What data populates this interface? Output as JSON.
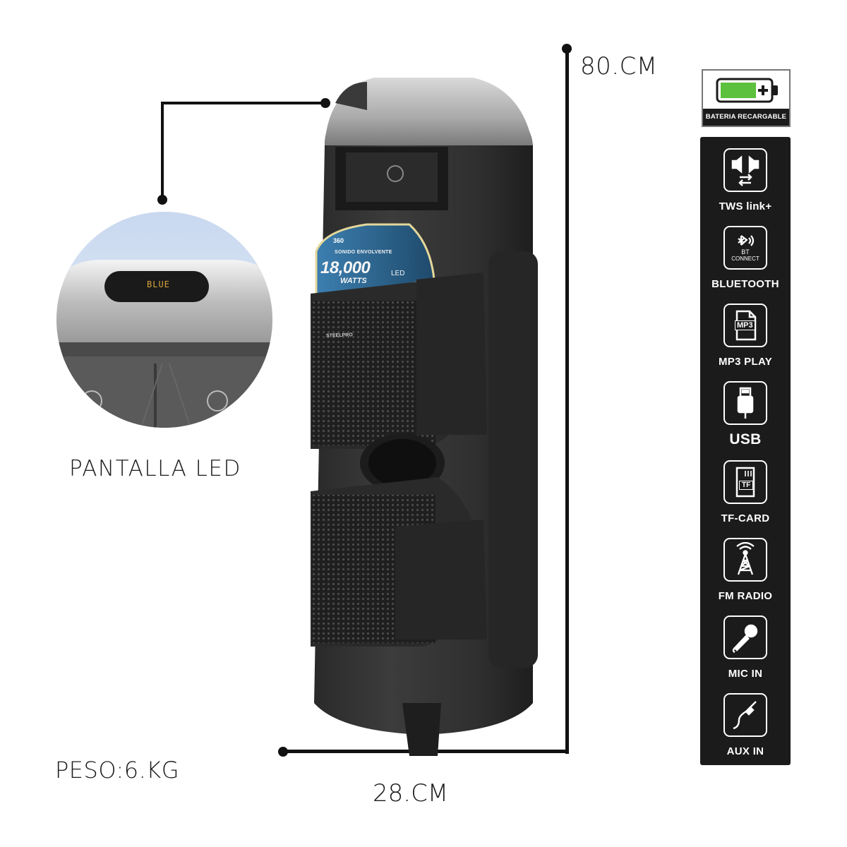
{
  "dimensions": {
    "height": "80.CM",
    "width": "28.CM",
    "weight": "PESO:6.KG"
  },
  "callout": {
    "label": "PANTALLA LED",
    "display_text": "BLUE"
  },
  "speaker_badge": {
    "degrees": "360",
    "line1": "SONIDO ENVOLVENTE",
    "watts": "18,000",
    "watts_unit": "WATTS",
    "led": "LED",
    "brand": "STEELPRO"
  },
  "battery": {
    "label": "BATERIA RECARGABLE",
    "icon": "battery-charging-icon",
    "fill_color": "#5cc13c"
  },
  "features": [
    {
      "label": "TWS link+",
      "icon": "tws-link-icon"
    },
    {
      "label": "BLUETOOTH",
      "icon": "bt-connect-icon",
      "icon_text": "BT",
      "icon_subtext": "CONNECT"
    },
    {
      "label": "MP3 PLAY",
      "icon": "mp3-file-icon",
      "icon_text": "MP3"
    },
    {
      "label": "USB",
      "icon": "usb-icon"
    },
    {
      "label": "TF-CARD",
      "icon": "tf-card-icon",
      "icon_text": "TF"
    },
    {
      "label": "FM RADIO",
      "icon": "radio-tower-icon"
    },
    {
      "label": "MIC IN",
      "icon": "microphone-icon"
    },
    {
      "label": "AUX IN",
      "icon": "aux-cable-icon"
    }
  ]
}
